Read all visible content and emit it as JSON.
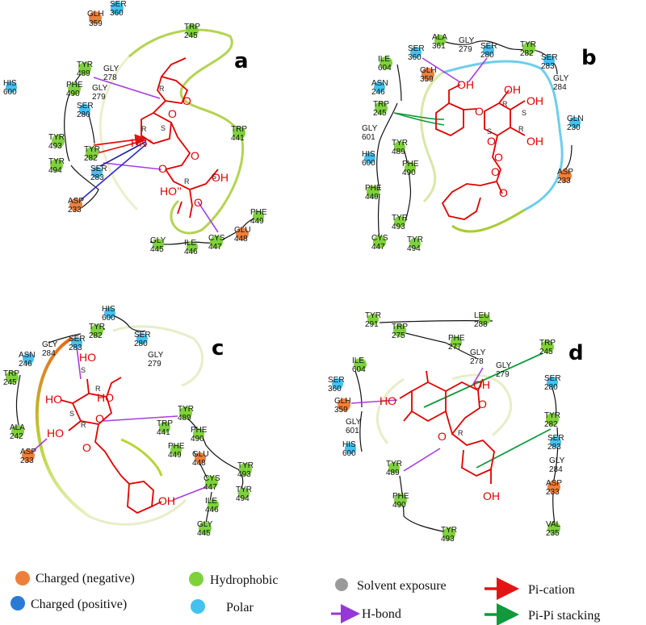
{
  "colors": {
    "negative": "#ee7f3a",
    "positive": "#2a7ad6",
    "hydrophobic": "#7ed13b",
    "polar": "#43c2f0",
    "solvent": "#8e8e8e",
    "hbond": "#9438d8",
    "picat": "#e21515",
    "pipi": "#109a3c",
    "ligand": "#e00000"
  },
  "panels": {
    "a": {
      "label": "a",
      "residues": [
        {
          "name": "GLH",
          "num": "359"
        },
        {
          "name": "SER",
          "num": "360"
        },
        {
          "name": "TRP",
          "num": "245"
        },
        {
          "name": "HIS",
          "num": "600"
        },
        {
          "name": "TYR",
          "num": "489"
        },
        {
          "name": "GLY",
          "num": "278"
        },
        {
          "name": "PHE",
          "num": "490"
        },
        {
          "name": "GLY",
          "num": "279"
        },
        {
          "name": "SER",
          "num": "280"
        },
        {
          "name": "TRP",
          "num": "441"
        },
        {
          "name": "TYR",
          "num": "493"
        },
        {
          "name": "TYR",
          "num": "282"
        },
        {
          "name": "TYR",
          "num": "494"
        },
        {
          "name": "SER",
          "num": "283"
        },
        {
          "name": "ASP",
          "num": "233"
        },
        {
          "name": "PHE",
          "num": "449"
        },
        {
          "name": "GLU",
          "num": "448"
        },
        {
          "name": "GLY",
          "num": "445"
        },
        {
          "name": "ILE",
          "num": "446"
        },
        {
          "name": "CYS",
          "num": "447"
        }
      ],
      "atoms": [
        "O",
        "O",
        "R",
        "S",
        "R",
        "HN⁺",
        "O",
        "O",
        "R",
        "S",
        "OH",
        "HO’’",
        "O"
      ]
    },
    "b": {
      "label": "b",
      "residues": [
        {
          "name": "ALA",
          "num": "361"
        },
        {
          "name": "GLY",
          "num": "279"
        },
        {
          "name": "SER",
          "num": "280"
        },
        {
          "name": "TYR",
          "num": "282"
        },
        {
          "name": "SER",
          "num": "283"
        },
        {
          "name": "GLY",
          "num": "284"
        },
        {
          "name": "SER",
          "num": "360"
        },
        {
          "name": "ILE",
          "num": "604"
        },
        {
          "name": "GLH",
          "num": "359"
        },
        {
          "name": "ASN",
          "num": "246"
        },
        {
          "name": "TRP",
          "num": "245"
        },
        {
          "name": "GLN",
          "num": "230"
        },
        {
          "name": "GLY",
          "num": "601"
        },
        {
          "name": "HIS",
          "num": "600"
        },
        {
          "name": "TYR",
          "num": "489"
        },
        {
          "name": "PHE",
          "num": "490"
        },
        {
          "name": "ASP",
          "num": "233"
        },
        {
          "name": "PHE",
          "num": "449"
        },
        {
          "name": "TYR",
          "num": "493"
        },
        {
          "name": "CYS",
          "num": "447"
        },
        {
          "name": "TYR",
          "num": "494"
        }
      ],
      "atoms": [
        "OH",
        "O",
        "S",
        "O",
        "R",
        "OH",
        "S",
        "OH",
        "R",
        "OH",
        "O",
        "O",
        "O"
      ]
    },
    "c": {
      "label": "c",
      "residues": [
        {
          "name": "HIS",
          "num": "600"
        },
        {
          "name": "TYR",
          "num": "282"
        },
        {
          "name": "SER",
          "num": "280"
        },
        {
          "name": "GLY",
          "num": "284"
        },
        {
          "name": "SER",
          "num": "283"
        },
        {
          "name": "GLY",
          "num": "279"
        },
        {
          "name": "ASN",
          "num": "246"
        },
        {
          "name": "TRP",
          "num": "245"
        },
        {
          "name": "ALA",
          "num": "242"
        },
        {
          "name": "ASP",
          "num": "233"
        },
        {
          "name": "TYR",
          "num": "489"
        },
        {
          "name": "TRP",
          "num": "441"
        },
        {
          "name": "PHE",
          "num": "490"
        },
        {
          "name": "PHE",
          "num": "449"
        },
        {
          "name": "GLU",
          "num": "448"
        },
        {
          "name": "TYR",
          "num": "493"
        },
        {
          "name": "CYS",
          "num": "447"
        },
        {
          "name": "TYR",
          "num": "494"
        },
        {
          "name": "ILE",
          "num": "446"
        },
        {
          "name": "GLY",
          "num": "445"
        }
      ],
      "atoms": [
        "HO",
        "S",
        "HO",
        "HO",
        "S",
        "R",
        "HO",
        "R",
        "O",
        "O",
        "OH"
      ]
    },
    "d": {
      "label": "d",
      "residues": [
        {
          "name": "TYR",
          "num": "291"
        },
        {
          "name": "LEU",
          "num": "288"
        },
        {
          "name": "TRP",
          "num": "275"
        },
        {
          "name": "PHE",
          "num": "277"
        },
        {
          "name": "GLY",
          "num": "278"
        },
        {
          "name": "TRP",
          "num": "245"
        },
        {
          "name": "GLY",
          "num": "279"
        },
        {
          "name": "ILE",
          "num": "604"
        },
        {
          "name": "SER",
          "num": "280"
        },
        {
          "name": "SER",
          "num": "360"
        },
        {
          "name": "GLH",
          "num": "359"
        },
        {
          "name": "TYR",
          "num": "282"
        },
        {
          "name": "GLY",
          "num": "601"
        },
        {
          "name": "SER",
          "num": "283"
        },
        {
          "name": "HIS",
          "num": "600"
        },
        {
          "name": "GLY",
          "num": "284"
        },
        {
          "name": "TYR",
          "num": "489"
        },
        {
          "name": "ASP",
          "num": "233"
        },
        {
          "name": "PHE",
          "num": "490"
        },
        {
          "name": "VAL",
          "num": "235"
        },
        {
          "name": "TYR",
          "num": "493"
        }
      ],
      "atoms": [
        "HO",
        "OH",
        "O",
        "O",
        "R",
        "OH"
      ]
    }
  },
  "legend": {
    "negative": "Charged (negative)",
    "positive": "Charged (positive)",
    "hydrophobic": "Hydrophobic",
    "polar": "Polar",
    "solvent": "Solvent exposure",
    "hbond": "H-bond",
    "picat": "Pi-cation",
    "pipi": "Pi-Pi stacking"
  }
}
